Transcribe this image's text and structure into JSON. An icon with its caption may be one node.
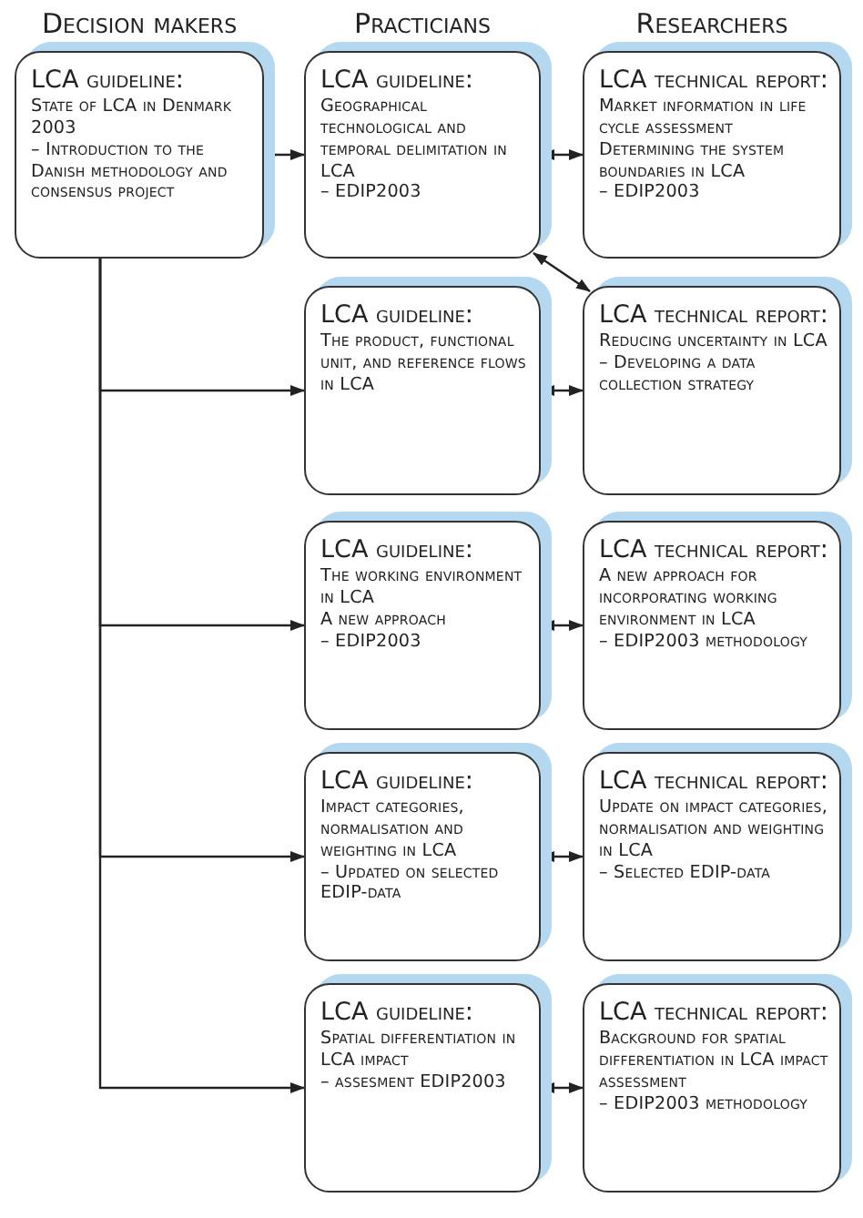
{
  "diagram": {
    "nodes": [
      {
        "text": [
          "LCA guideline:",
          "State of LCA in Denmark 2003",
          "– Introduction to the Danish methodology and consensus project"
        ]
      },
      {
        "text": [
          "LCA guideline:",
          "Geographical technological and temporal delimitation in LCA",
          "– EDIP2003"
        ]
      },
      {
        "text": [
          "LCA technical report:",
          "Market information in life cycle assessment",
          "Determining the system boundaries in LCA",
          "– EDIP2003"
        ]
      },
      {
        "text": [
          "LCA guideline:",
          "The product, functional unit, and reference flows in LCA"
        ]
      },
      {
        "text": [
          "LCA technical report:",
          "Reducing uncertainty in LCA",
          "– Developing a data collection strategy"
        ]
      },
      {
        "text": [
          "LCA guideline:",
          "The working environment in LCA",
          "A new approach",
          "– EDIP2003"
        ]
      },
      {
        "text": [
          "LCA technical report:",
          "A new approach for incorporating working environment in LCA",
          "– EDIP2003 methodology"
        ]
      },
      {
        "text": [
          "LCA guideline:",
          "Impact categories, normalisation and weighting in LCA",
          "– Updated on selected EDIP-data"
        ]
      },
      {
        "text": [
          "LCA technical report:",
          "Update on impact categories, normalisation and weighting in LCA",
          "– Selected EDIP-data"
        ]
      },
      {
        "text": [
          "LCA guideline:",
          "Spatial differentiation in LCA impact",
          "– assesment EDIP2003"
        ]
      },
      {
        "text": [
          "LCA technical report:",
          "Background for spatial differentiation in LCA impact assessment",
          "– EDIP2003 methodology"
        ]
      }
    ],
    "edges": [
      {
        "from": 0,
        "to": 1,
        "arrow": "to"
      },
      {
        "from": 0,
        "to": 3,
        "arrow": "to"
      },
      {
        "from": 0,
        "to": 5,
        "arrow": "to"
      },
      {
        "from": 0,
        "to": 7,
        "arrow": "to"
      },
      {
        "from": 0,
        "to": 9,
        "arrow": "to"
      },
      {
        "from": 1,
        "to": 2,
        "arrow": "both"
      },
      {
        "from": 1,
        "to": 4,
        "arrow": "both"
      },
      {
        "from": 3,
        "to": 4,
        "arrow": "both"
      },
      {
        "from": 5,
        "to": 6,
        "arrow": "both"
      },
      {
        "from": 7,
        "to": 8,
        "arrow": "both"
      },
      {
        "from": 9,
        "to": 10,
        "arrow": "both"
      }
    ],
    "labels": [
      "Decision makers",
      "Practicians",
      "Researchers"
    ]
  }
}
